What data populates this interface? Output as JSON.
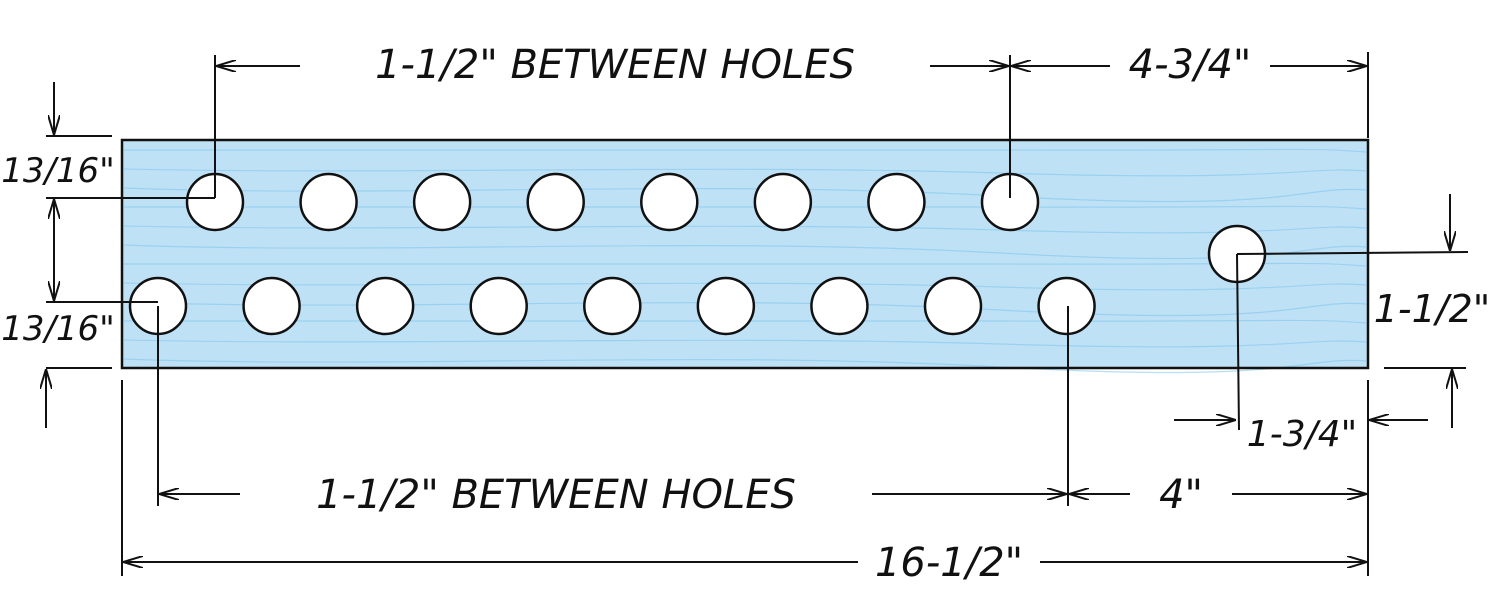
{
  "dimensions": {
    "top_spacing": "1-1/2\" BETWEEN HOLES",
    "top_right": "4-3/4\"",
    "left_top": "13/16\"",
    "left_bottom": "13/16\"",
    "right_height": "1-1/2\"",
    "right_small": "1-3/4\"",
    "bottom_spacing": "1-1/2\" BETWEEN HOLES",
    "bottom_right": "4\"",
    "overall": "16-1/2\""
  },
  "holes": {
    "top_row_count": 8,
    "bottom_row_count": 9,
    "extra_hole_count": 1
  },
  "colors": {
    "board": "#bfe1f5",
    "grain": "#7cc4ee",
    "ink": "#111111"
  }
}
